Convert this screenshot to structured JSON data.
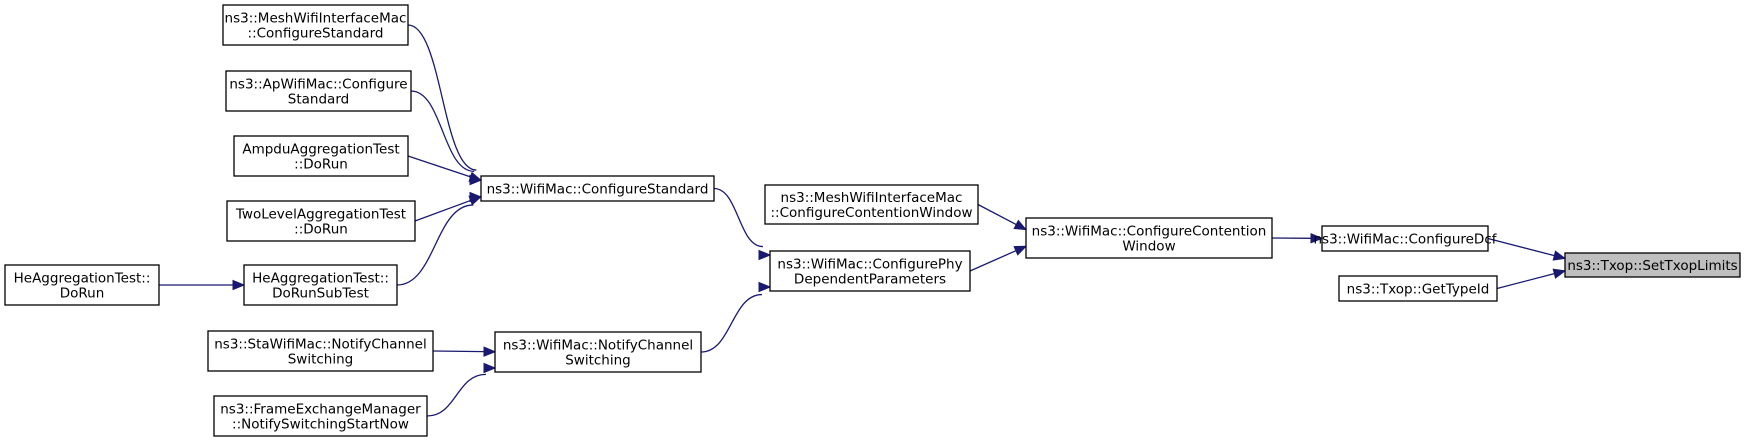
{
  "graph": {
    "colors": {
      "edge": "#191970",
      "root_fill": "#bfbfbf",
      "node_fill": "#ffffff",
      "node_stroke": "#000000"
    },
    "nodes": [
      {
        "id": "set_txop_limits",
        "lines": [
          "ns3::Txop::SetTxopLimits"
        ],
        "root": true
      },
      {
        "id": "configure_dcf",
        "lines": [
          "ns3::WifiMac::ConfigureDcf"
        ]
      },
      {
        "id": "txop_get_type_id",
        "lines": [
          "ns3::Txop::GetTypeId"
        ]
      },
      {
        "id": "configure_contention_window",
        "lines": [
          "ns3::WifiMac::ConfigureContention",
          "Window"
        ]
      },
      {
        "id": "mesh_configure_contention_window",
        "lines": [
          "ns3::MeshWifiInterfaceMac",
          "::ConfigureContentionWindow"
        ]
      },
      {
        "id": "configure_phy_dependent_parameters",
        "lines": [
          "ns3::WifiMac::ConfigurePhy",
          "DependentParameters"
        ]
      },
      {
        "id": "wifimac_configure_standard",
        "lines": [
          "ns3::WifiMac::ConfigureStandard"
        ]
      },
      {
        "id": "wifimac_notify_channel_switching",
        "lines": [
          "ns3::WifiMac::NotifyChannel",
          "Switching"
        ]
      },
      {
        "id": "mesh_configure_standard",
        "lines": [
          "ns3::MeshWifiInterfaceMac",
          "::ConfigureStandard"
        ]
      },
      {
        "id": "ap_configure_standard",
        "lines": [
          "ns3::ApWifiMac::Configure",
          "Standard"
        ]
      },
      {
        "id": "ampdu_do_run",
        "lines": [
          "AmpduAggregationTest",
          "::DoRun"
        ]
      },
      {
        "id": "twolevel_do_run",
        "lines": [
          "TwoLevelAggregationTest",
          "::DoRun"
        ]
      },
      {
        "id": "he_do_run_subtest",
        "lines": [
          "HeAggregationTest::",
          "DoRunSubTest"
        ]
      },
      {
        "id": "he_do_run",
        "lines": [
          "HeAggregationTest::",
          "DoRun"
        ]
      },
      {
        "id": "sta_notify_channel_switching",
        "lines": [
          "ns3::StaWifiMac::NotifyChannel",
          "Switching"
        ]
      },
      {
        "id": "fem_notify_switching_start_now",
        "lines": [
          "ns3::FrameExchangeManager",
          "::NotifySwitchingStartNow"
        ]
      }
    ],
    "edges": [
      {
        "from": "configure_dcf",
        "to": "set_txop_limits"
      },
      {
        "from": "txop_get_type_id",
        "to": "set_txop_limits"
      },
      {
        "from": "configure_contention_window",
        "to": "configure_dcf"
      },
      {
        "from": "mesh_configure_contention_window",
        "to": "configure_contention_window"
      },
      {
        "from": "configure_phy_dependent_parameters",
        "to": "configure_contention_window"
      },
      {
        "from": "wifimac_configure_standard",
        "to": "configure_phy_dependent_parameters"
      },
      {
        "from": "wifimac_notify_channel_switching",
        "to": "configure_phy_dependent_parameters"
      },
      {
        "from": "mesh_configure_standard",
        "to": "wifimac_configure_standard"
      },
      {
        "from": "ap_configure_standard",
        "to": "wifimac_configure_standard"
      },
      {
        "from": "ampdu_do_run",
        "to": "wifimac_configure_standard"
      },
      {
        "from": "twolevel_do_run",
        "to": "wifimac_configure_standard"
      },
      {
        "from": "he_do_run_subtest",
        "to": "wifimac_configure_standard"
      },
      {
        "from": "he_do_run",
        "to": "he_do_run_subtest"
      },
      {
        "from": "sta_notify_channel_switching",
        "to": "wifimac_notify_channel_switching"
      },
      {
        "from": "fem_notify_switching_start_now",
        "to": "wifimac_notify_channel_switching"
      }
    ]
  }
}
